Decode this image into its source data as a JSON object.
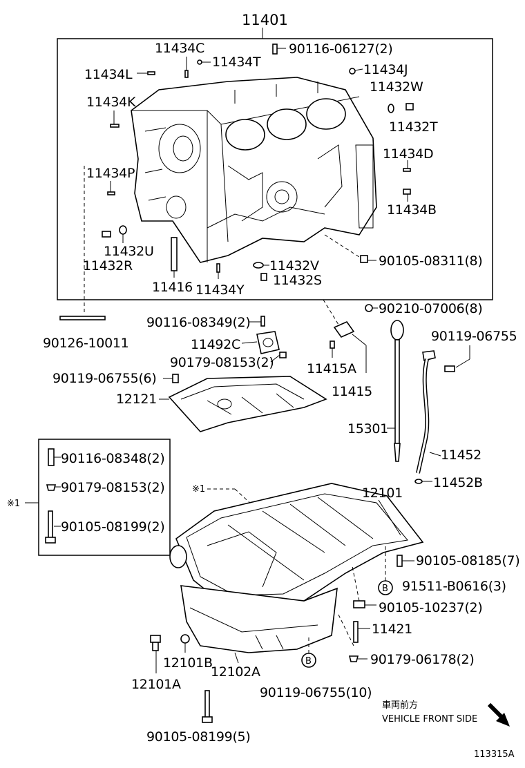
{
  "title_number": "11401",
  "labels": {
    "p11434C": "11434C",
    "p11434T": "11434T",
    "p90116_06127": "90116-06127(2)",
    "p11434J": "11434J",
    "p11434L": "11434L",
    "p11432W": "11432W",
    "p11434K": "11434K",
    "p11432T": "11432T",
    "p11434D": "11434D",
    "p11434P": "11434P",
    "p11434B": "11434B",
    "p11432U": "11432U",
    "p11432R": "11432R",
    "p90105_08311": "90105-08311(8)",
    "p11432V": "11432V",
    "p11432S": "11432S",
    "p11416": "11416",
    "p11434Y": "11434Y",
    "p90210_07006": "90210-07006(8)",
    "p90126_10011": "90126-10011",
    "p90116_08349": "90116-08349(2)",
    "p11492C": "11492C",
    "p90179_08153_a": "90179-08153(2)",
    "p11415A": "11415A",
    "p11415": "11415",
    "p90119_06755_a": "90119-06755",
    "p90119_06755_6": "90119-06755(6)",
    "p12121": "12121",
    "p15301": "15301",
    "p11452": "11452",
    "p11452B": "11452B",
    "p90116_08348": "90116-08348(2)",
    "p90179_08153_b": "90179-08153(2)",
    "p90105_08199_2": "90105-08199(2)",
    "note1": "※1",
    "note1_pan": "※1",
    "p12101": "12101",
    "p90105_08185": "90105-08185(7)",
    "p91511_B0616": "91511-B0616(3)",
    "ref_B": "B",
    "p90105_10237": "90105-10237(2)",
    "p11421": "11421",
    "p90179_06178": "90179-06178(2)",
    "p12101B": "12101B",
    "p12102A": "12102A",
    "p12101A": "12101A",
    "p90119_06755_10": "90119-06755(10)",
    "p90105_08199_5": "90105-08199(5)"
  },
  "direction": {
    "jp": "車両前方",
    "en": "VEHICLE FRONT SIDE"
  },
  "figure_code": "113315A"
}
